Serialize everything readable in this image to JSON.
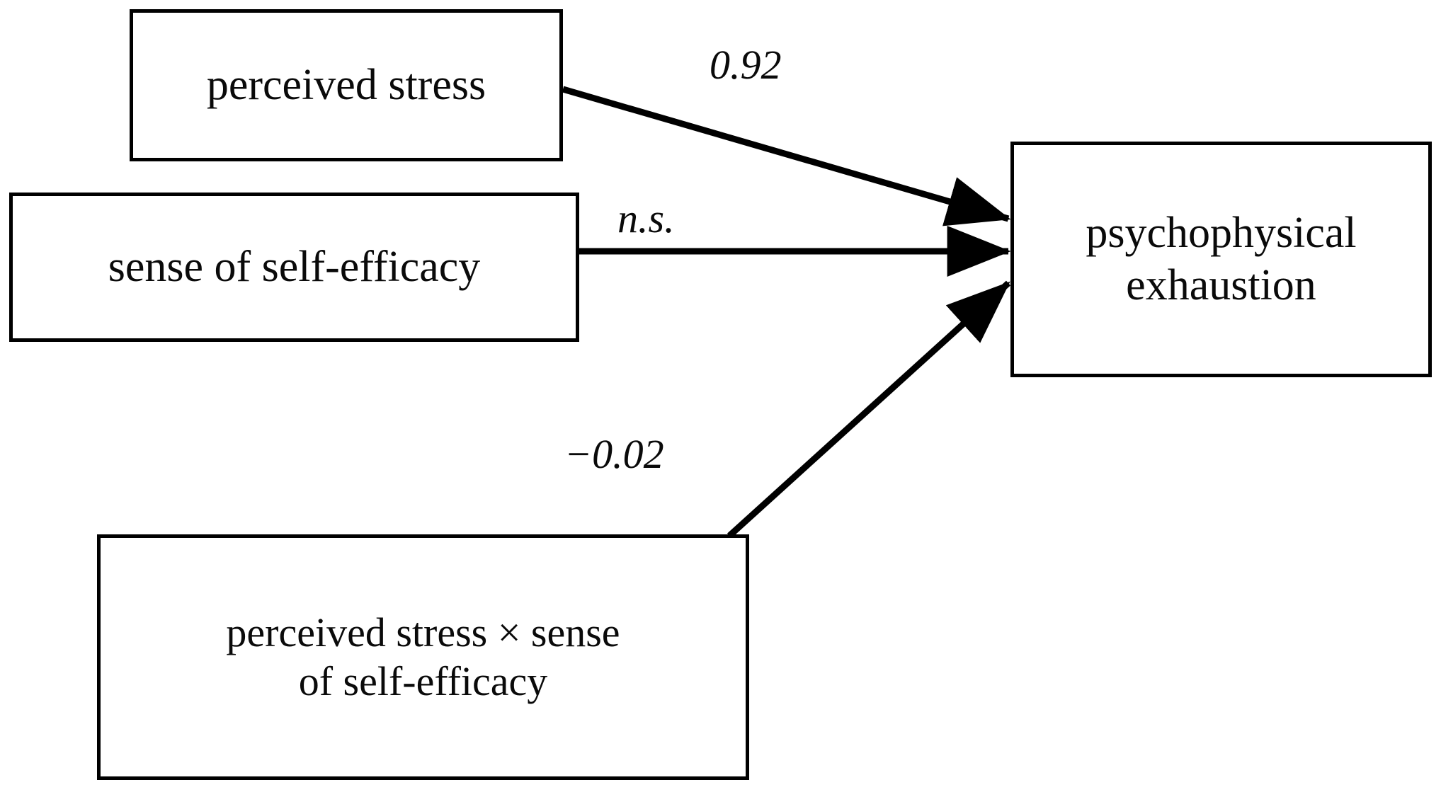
{
  "diagram": {
    "type": "path-model",
    "title": "",
    "background_color": "#ffffff",
    "line_color": "#000000",
    "text_color": "#0a0a0a",
    "nodes": [
      {
        "id": "perceived_stress",
        "label": "perceived stress"
      },
      {
        "id": "self_efficacy",
        "label": "sense of self-efficacy"
      },
      {
        "id": "interaction",
        "label": "perceived stress × sense\nof self-efficacy"
      },
      {
        "id": "exhaustion",
        "label": "psychophysical\nexhaustion"
      }
    ],
    "edges": [
      {
        "from": "perceived_stress",
        "to": "exhaustion",
        "label": "0.92",
        "significant": true
      },
      {
        "from": "self_efficacy",
        "to": "exhaustion",
        "label": "n.s.",
        "significant": false
      },
      {
        "from": "interaction",
        "to": "exhaustion",
        "label": "−0.02",
        "significant": false
      }
    ]
  }
}
